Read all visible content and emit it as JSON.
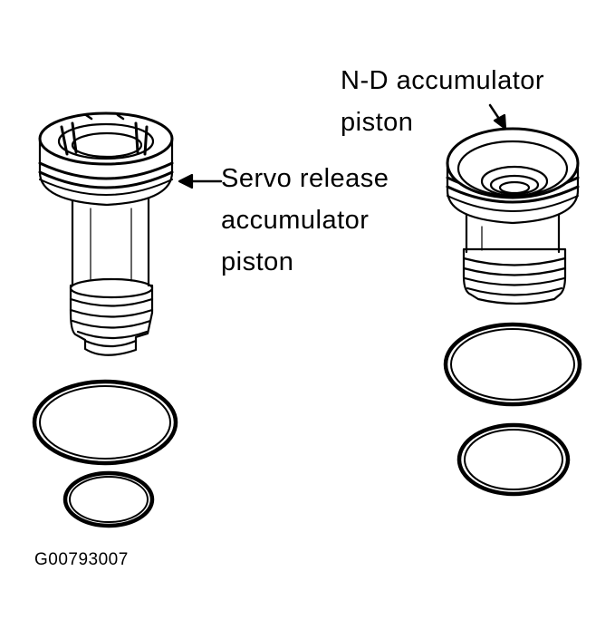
{
  "labels": {
    "servo_release": [
      "Servo release",
      "accumulator",
      "piston"
    ],
    "nd_accumulator": [
      "N-D accumulator",
      "piston"
    ]
  },
  "figure_id": "G00793007",
  "colors": {
    "ink": "#000000",
    "paper": "#ffffff"
  }
}
